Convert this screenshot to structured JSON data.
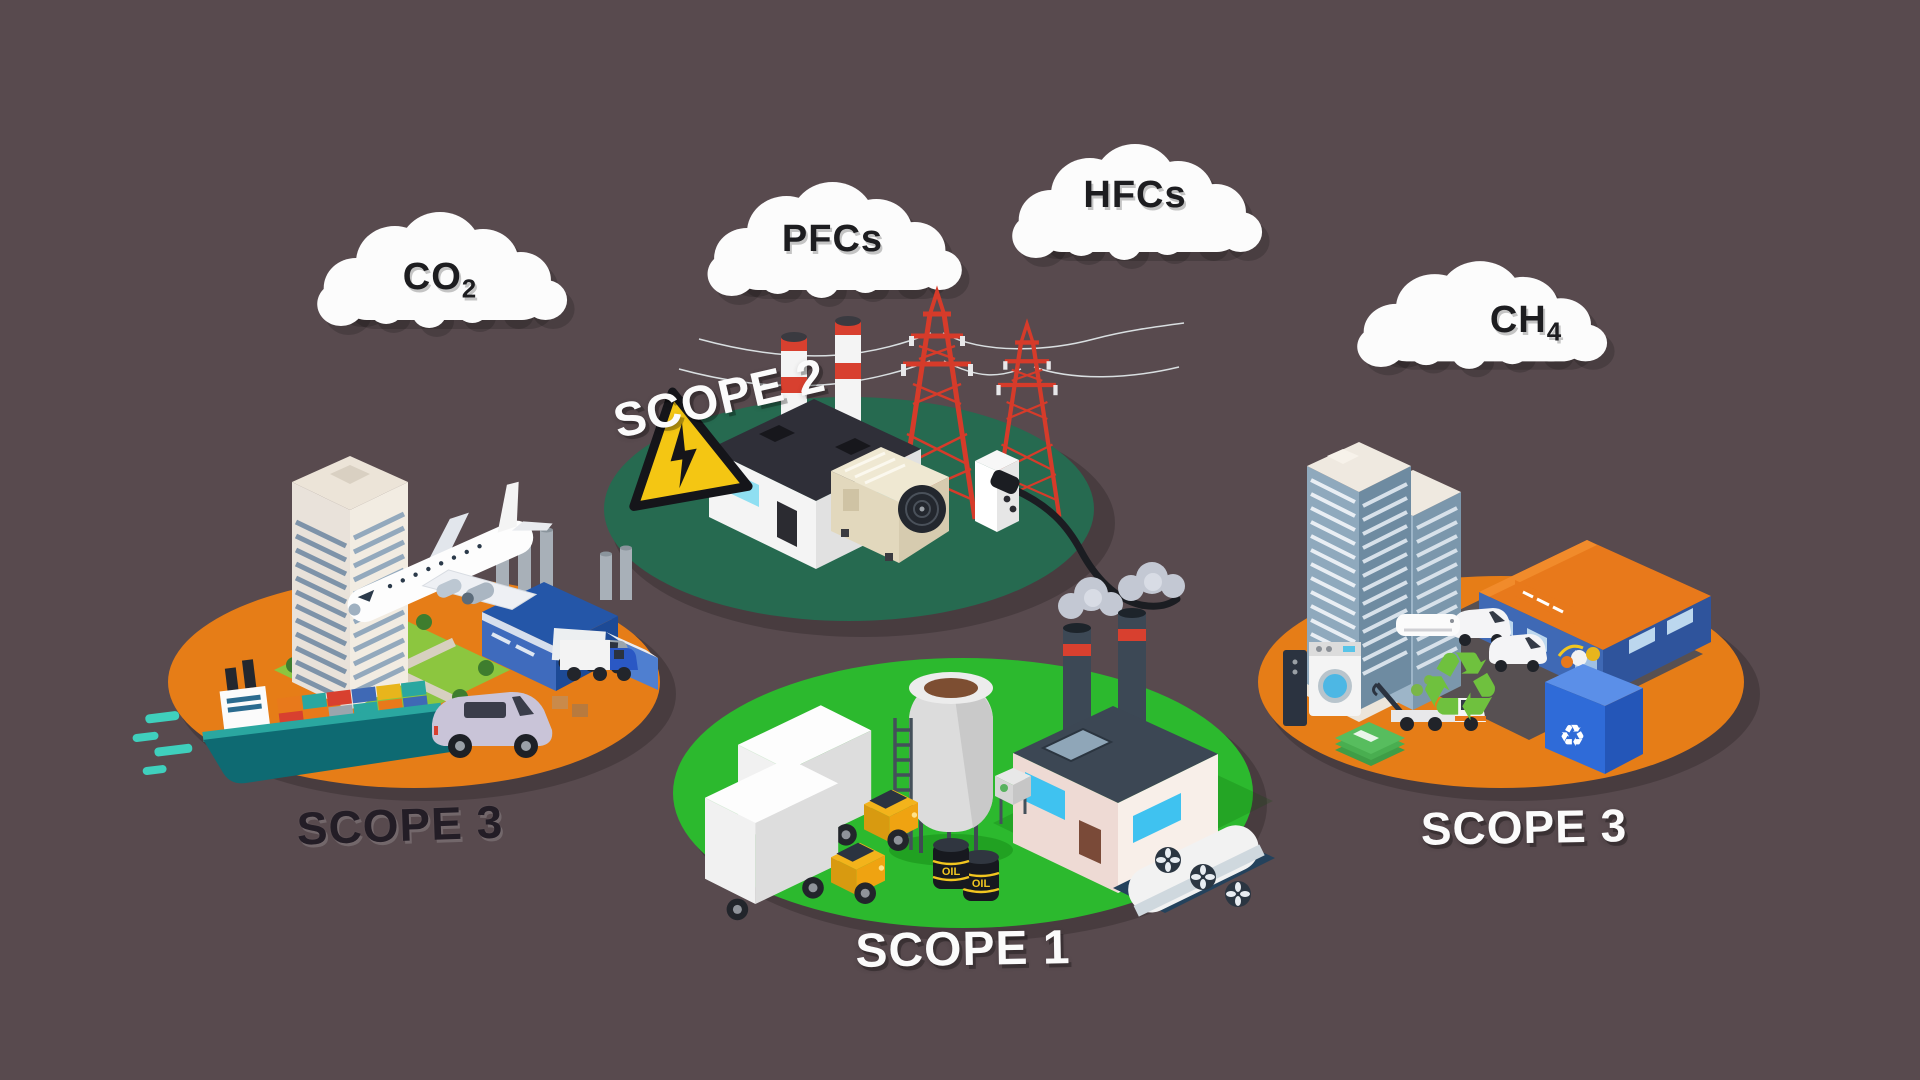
{
  "background_color": "#584a4e",
  "clouds": [
    {
      "name": "co2",
      "formula": "CO",
      "subscript": "2"
    },
    {
      "name": "pfcs",
      "formula": "PFCs",
      "subscript": ""
    },
    {
      "name": "hfcs",
      "formula": "HFCs",
      "subscript": ""
    },
    {
      "name": "ch4",
      "formula": "CH",
      "subscript": "4"
    }
  ],
  "scopes": {
    "scope1": {
      "label": "SCOPE 1",
      "platform_color": "#2cb92e",
      "oil_barrel_label": "OIL",
      "items": [
        "box-truck",
        "box-truck",
        "storage-silo",
        "pump-meter",
        "oil-barrels",
        "factory-with-smokestacks",
        "storage-tank-with-fans",
        "smoke-plumes"
      ]
    },
    "scope2": {
      "label": "SCOPE 2",
      "platform_color": "#266a50",
      "items": [
        "high-voltage-warning-sign",
        "power-plant-building",
        "striped-chimneys",
        "transmission-towers",
        "power-lines",
        "air-conditioner-unit",
        "power-socket-with-plug"
      ]
    },
    "scope3_left": {
      "label": "SCOPE 3",
      "platform_color": "#e67d17",
      "items": [
        "office-skyscraper",
        "lawn-with-trees",
        "passenger-airplane",
        "container-ship",
        "motion-dashes",
        "blue-factory",
        "cargo-truck",
        "minivan",
        "delivery-truck"
      ]
    },
    "scope3_right": {
      "label": "SCOPE 3",
      "platform_color": "#e67d17",
      "items": [
        "twin-tower-skyscraper",
        "warehouse",
        "delivery-vans",
        "tow-truck",
        "recycling-bin",
        "recycle-arrows",
        "money-stack",
        "washing-machine",
        "air-conditioner-unit"
      ]
    }
  }
}
